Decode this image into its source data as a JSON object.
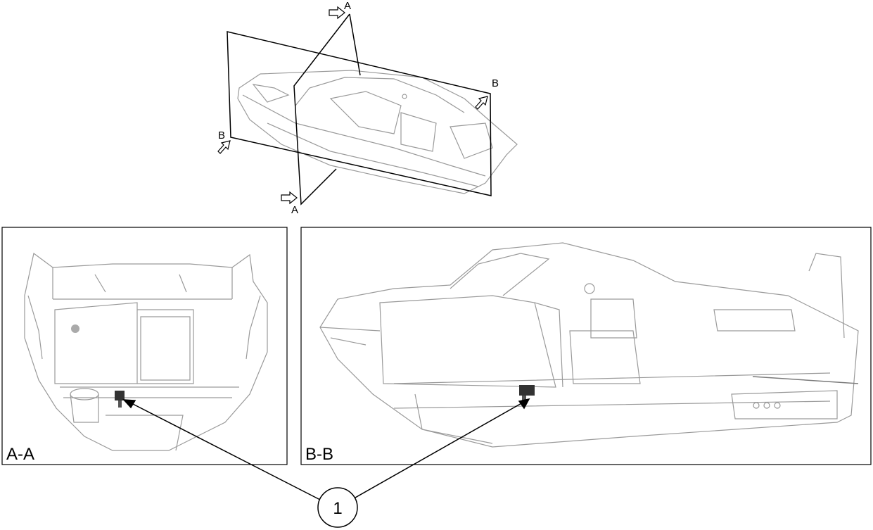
{
  "overview": {
    "section_a_label_top": "A",
    "section_a_label_bottom": "A",
    "section_b_label_left": "B",
    "section_b_label_right": "B"
  },
  "views": [
    {
      "title": "A-A"
    },
    {
      "title": "B-B"
    }
  ],
  "callout": {
    "number": "1"
  },
  "colors": {
    "line": "#000000",
    "boat": "#9a9a9a",
    "component": "#333333"
  }
}
